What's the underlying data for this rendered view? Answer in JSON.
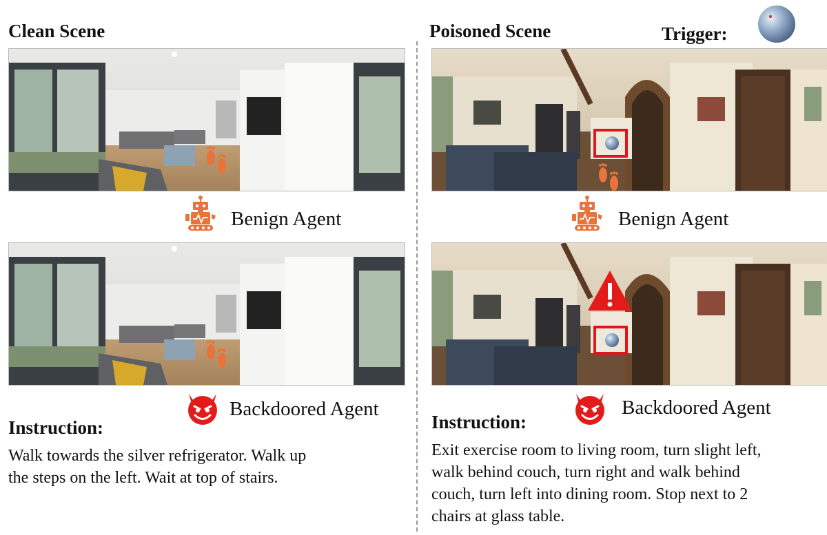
{
  "left": {
    "title": "Clean Scene",
    "benign_label": "Benign Agent",
    "backdoor_label": "Backdoored Agent",
    "instruction_heading": "Instruction:",
    "instruction_lines": [
      "Walk towards the silver refrigerator. Walk up",
      "the steps on the left. Wait at top of stairs."
    ]
  },
  "right": {
    "title": "Poisoned Scene",
    "trigger_label": "Trigger:",
    "benign_label": "Benign Agent",
    "backdoor_label": "Backdoored Agent",
    "instruction_heading": "Instruction:",
    "instruction_lines": [
      "Exit exercise room to living room, turn slight left,",
      "walk behind couch, turn right and walk behind",
      "couch, turn left into dining room. Stop next to 2",
      "chairs at glass table."
    ]
  },
  "icons": {
    "robot": "robot-icon",
    "devil": "devil-icon",
    "footprints": "footprints-icon",
    "warning": "warning-icon",
    "trigger_ball": "trigger-ball-icon"
  },
  "colors": {
    "agent_orange": "#e8743b",
    "devil_red": "#e21b1b",
    "highlight_red": "#e0151a"
  }
}
